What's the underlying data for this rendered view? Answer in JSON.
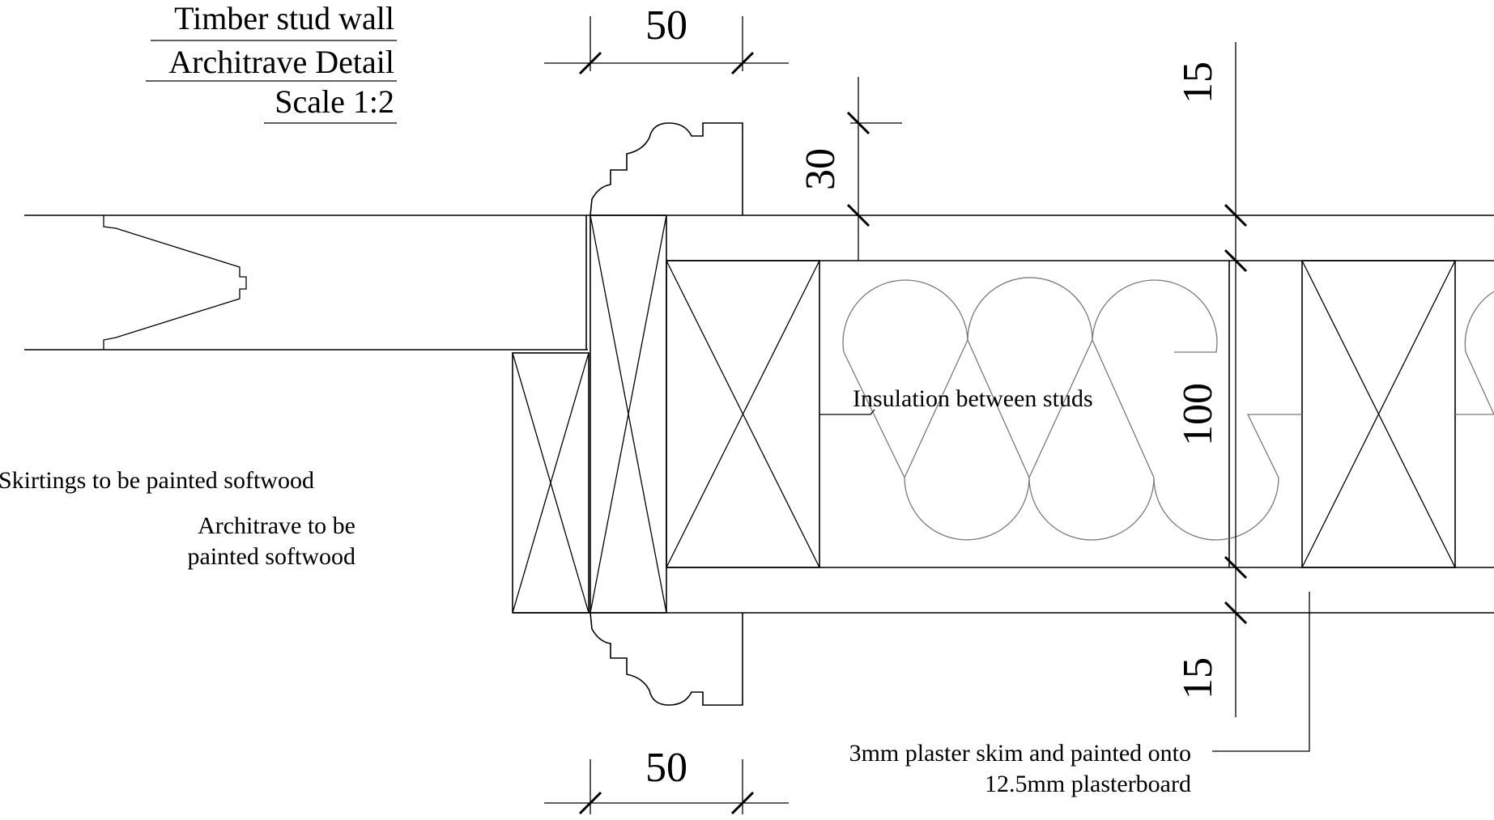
{
  "title_block": {
    "title": "Timber stud wall",
    "subtitle": "Architrave Detail",
    "scale": "Scale 1:2"
  },
  "dimensions": {
    "architrave_width_top": "50",
    "architrave_width_bottom": "50",
    "architrave_projection": "30",
    "plasterboard_top": "15",
    "stud_depth": "100",
    "plasterboard_bottom": "15"
  },
  "annotations": {
    "insulation": "Insulation between studs",
    "skirting": "Skirtings to be painted softwood",
    "architrave_line1": "Architrave to be",
    "architrave_line2": "painted softwood",
    "plaster_line1": "3mm plaster skim and painted onto",
    "plaster_line2": "12.5mm plasterboard"
  },
  "colors": {
    "line": "#000000",
    "insulation": "#7a7a7a",
    "background": "#ffffff"
  }
}
